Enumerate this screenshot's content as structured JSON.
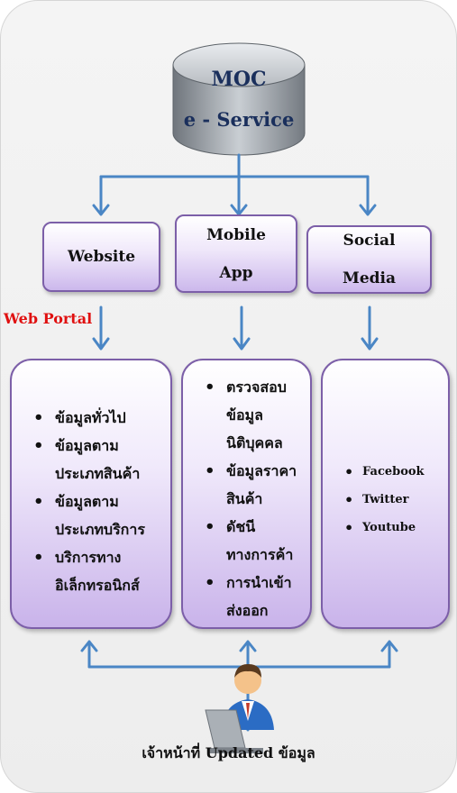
{
  "database": {
    "title": "MOC",
    "subtitle": "e - Service"
  },
  "channels": [
    "Website",
    "Mobile App",
    "Social Media"
  ],
  "web_portal_label": "Web Portal",
  "website_items": [
    "ข้อมูลทั่วไป",
    "ข้อมูลตาม ประเภทสินค้า",
    "ข้อมูลตาม ประเภทบริการ",
    "บริการทาง อิเล็กทรอนิกส์"
  ],
  "mobile_items": [
    "ตรวจสอบ ข้อมูล นิติบุคคล",
    "ข้อมูลราคา สินค้า",
    "ดัชนี ทางการค้า",
    "การนำเข้า ส่งออก"
  ],
  "social_items": [
    "Facebook",
    "Twitter",
    "Youtube"
  ],
  "caption": "เจ้าหน้าที่ Updated ข้อมูล",
  "colors": {
    "arrow": "#4a86c5",
    "box_border": "#7c5fa8",
    "db_body": "#9aa0a6",
    "portal": "#e01010"
  },
  "icons": [
    "database-cylinder-icon",
    "officer-at-laptop-icon"
  ]
}
